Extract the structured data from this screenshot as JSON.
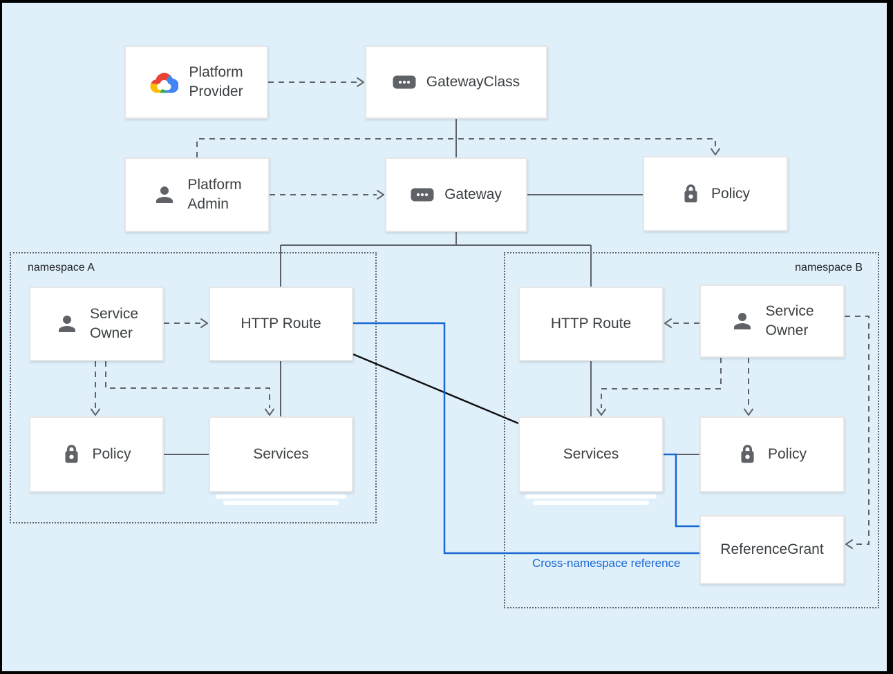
{
  "diagram": {
    "background_color": "#dff0fb",
    "line_color": "#5f6368",
    "accent_blue": "#1967d2",
    "black_line_color": "#111111",
    "annotation": {
      "cross_namespace_label": "Cross-namespace reference"
    }
  },
  "namespaces": {
    "a": {
      "label": "namespace A"
    },
    "b": {
      "label": "namespace B"
    }
  },
  "nodes": {
    "platform_provider": {
      "label": "Platform\nProvider",
      "icon": "google-cloud-icon"
    },
    "gateway_class": {
      "label": "GatewayClass",
      "icon": "chip-icon"
    },
    "platform_admin": {
      "label": "Platform\nAdmin",
      "icon": "person-icon"
    },
    "gateway": {
      "label": "Gateway",
      "icon": "chip-icon"
    },
    "policy_cluster": {
      "label": "Policy",
      "icon": "lock-icon"
    },
    "service_owner_a": {
      "label": "Service\nOwner",
      "icon": "person-icon"
    },
    "http_route_a": {
      "label": "HTTP Route"
    },
    "policy_a": {
      "label": "Policy",
      "icon": "lock-icon"
    },
    "services_a": {
      "label": "Services"
    },
    "http_route_b": {
      "label": "HTTP Route"
    },
    "service_owner_b": {
      "label": "Service\nOwner",
      "icon": "person-icon"
    },
    "services_b": {
      "label": "Services"
    },
    "policy_b": {
      "label": "Policy",
      "icon": "lock-icon"
    },
    "reference_grant": {
      "label": "ReferenceGrant"
    }
  },
  "edges": [
    {
      "from": "GatewayClass",
      "to": "Gateway",
      "style": "solid"
    },
    {
      "from": "Gateway",
      "to": "Policy",
      "style": "solid"
    },
    {
      "from": "Gateway",
      "to": "HTTP Route (namespace A)",
      "style": "solid"
    },
    {
      "from": "Gateway",
      "to": "HTTP Route (namespace B)",
      "style": "solid"
    },
    {
      "from": "HTTP Route (namespace A)",
      "to": "Services (namespace A)",
      "style": "solid"
    },
    {
      "from": "Policy (namespace A)",
      "to": "Services (namespace A)",
      "style": "solid"
    },
    {
      "from": "HTTP Route (namespace B)",
      "to": "Services (namespace B)",
      "style": "solid"
    },
    {
      "from": "Services (namespace B)",
      "to": "Policy (namespace B)",
      "style": "solid"
    },
    {
      "from": "Platform Provider",
      "to": "GatewayClass",
      "style": "dashed-arrow"
    },
    {
      "from": "Platform Admin",
      "to": "Gateway",
      "style": "dashed-arrow"
    },
    {
      "from": "Platform Admin",
      "to": "Policy",
      "style": "dashed-arrow"
    },
    {
      "from": "Service Owner (namespace A)",
      "to": "HTTP Route (namespace A)",
      "style": "dashed-arrow"
    },
    {
      "from": "Service Owner (namespace A)",
      "to": "Policy (namespace A)",
      "style": "dashed-arrow"
    },
    {
      "from": "Service Owner (namespace A)",
      "to": "Services (namespace A)",
      "style": "dashed-arrow"
    },
    {
      "from": "Service Owner (namespace B)",
      "to": "HTTP Route (namespace B)",
      "style": "dashed-arrow"
    },
    {
      "from": "Service Owner (namespace B)",
      "to": "Services (namespace B)",
      "style": "dashed-arrow"
    },
    {
      "from": "Service Owner (namespace B)",
      "to": "Policy (namespace B)",
      "style": "dashed-arrow"
    },
    {
      "from": "Service Owner (namespace B)",
      "to": "ReferenceGrant",
      "style": "dashed-arrow"
    },
    {
      "from": "HTTP Route (namespace A)",
      "to": "Services (namespace B)",
      "style": "black-line"
    },
    {
      "from": "HTTP Route (namespace A)",
      "to": "ReferenceGrant",
      "style": "blue-line"
    },
    {
      "from": "Services (namespace B)",
      "to": "ReferenceGrant",
      "style": "blue-line"
    }
  ]
}
